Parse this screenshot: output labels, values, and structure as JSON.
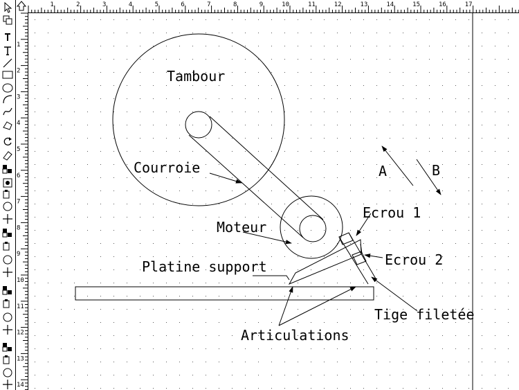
{
  "ruler": {
    "h_labels": [
      "1",
      "2",
      "3",
      "4",
      "5",
      "6",
      "7",
      "8",
      "9",
      "10",
      "11",
      "12",
      "13",
      "14",
      "15",
      "16",
      "17"
    ],
    "v_labels": [
      "1",
      "2",
      "3",
      "4",
      "5",
      "6",
      "7",
      "8",
      "9",
      "10",
      "11",
      "12",
      "13",
      "14"
    ]
  },
  "tools": [
    {
      "name": "pointer-icon"
    },
    {
      "name": "page-icon"
    },
    {
      "name": "text-tool-icon"
    },
    {
      "name": "text-frame-icon"
    },
    {
      "name": "line-tool-icon"
    },
    {
      "name": "rectangle-tool-icon"
    },
    {
      "name": "ellipse-tool-icon"
    },
    {
      "name": "arc-tool-icon"
    },
    {
      "name": "freehand-tool-icon"
    },
    {
      "name": "polygon-tool-icon"
    },
    {
      "name": "rotate-tool-icon"
    },
    {
      "name": "eraser-tool-icon"
    },
    {
      "name": "fill-pattern-icon"
    },
    {
      "name": "line-pattern-icon"
    },
    {
      "name": "pen-icon"
    },
    {
      "name": "circle-swatch-icon"
    },
    {
      "name": "cross-icon"
    }
  ],
  "diagram": {
    "labels": {
      "tambour": "Tambour",
      "courroie": "Courroie",
      "moteur": "Moteur",
      "platine": "Platine support",
      "articulations": "Articulations",
      "ecrou1": "Ecrou 1",
      "ecrou2": "Ecrou 2",
      "tige": "Tige filetée",
      "a": "A",
      "b": "B"
    }
  },
  "colors": {
    "ink": "#000000",
    "paper": "#ffffff",
    "grid_dot": "#555555"
  }
}
